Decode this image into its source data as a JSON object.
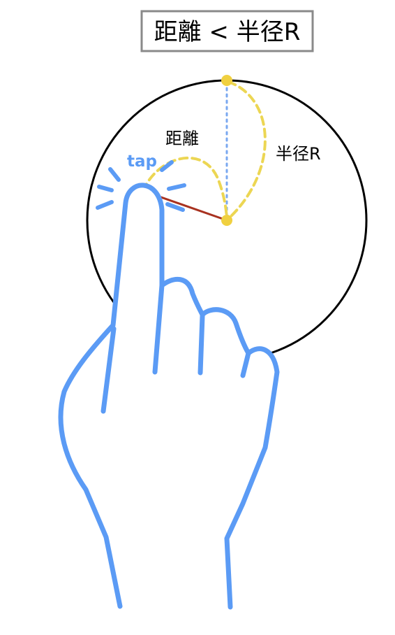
{
  "title": "距離 < 半径R",
  "labels": {
    "distance": "距離",
    "radius": "半径R",
    "tap": "tap"
  },
  "colors": {
    "circle_outline": "#000000",
    "hand_stroke": "#5b9bf5",
    "tap_text": "#5b9bf5",
    "point": "#f0d040",
    "dashed_arc": "#ecd653",
    "radius_dotted_line": "#7aa8f0",
    "distance_line": "#a83220",
    "title_border": "#8a8a8a"
  },
  "icons": {
    "hand": "pointing-hand-icon",
    "tap_burst": "tap-burst-icon"
  }
}
